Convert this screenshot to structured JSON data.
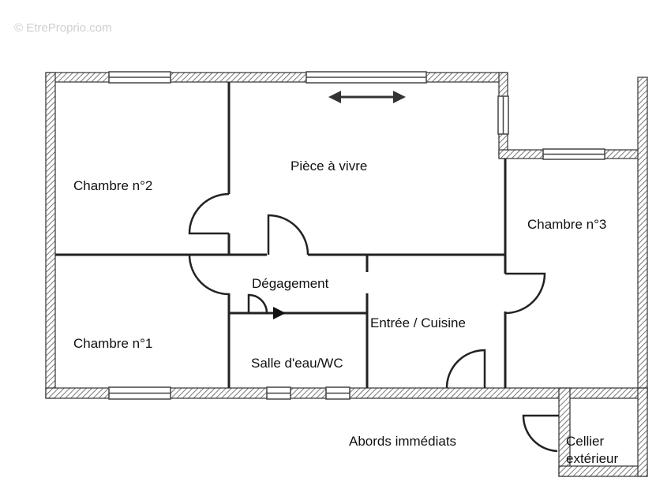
{
  "watermark": "© EtreProprio.com",
  "rooms": {
    "chambre_2": "Chambre n°2",
    "piece_a_vivre": "Pièce à vivre",
    "chambre_3": "Chambre n°3",
    "degagement": "Dégagement",
    "chambre_1": "Chambre n°1",
    "entree_cuisine": "Entrée / Cuisine",
    "salle_eau": "Salle d'eau/WC",
    "abords": "Abords immédiats",
    "cellier_line1": "Cellier",
    "cellier_line2": "extérieur"
  },
  "colors": {
    "wall": "#555555",
    "line": "#222222"
  }
}
